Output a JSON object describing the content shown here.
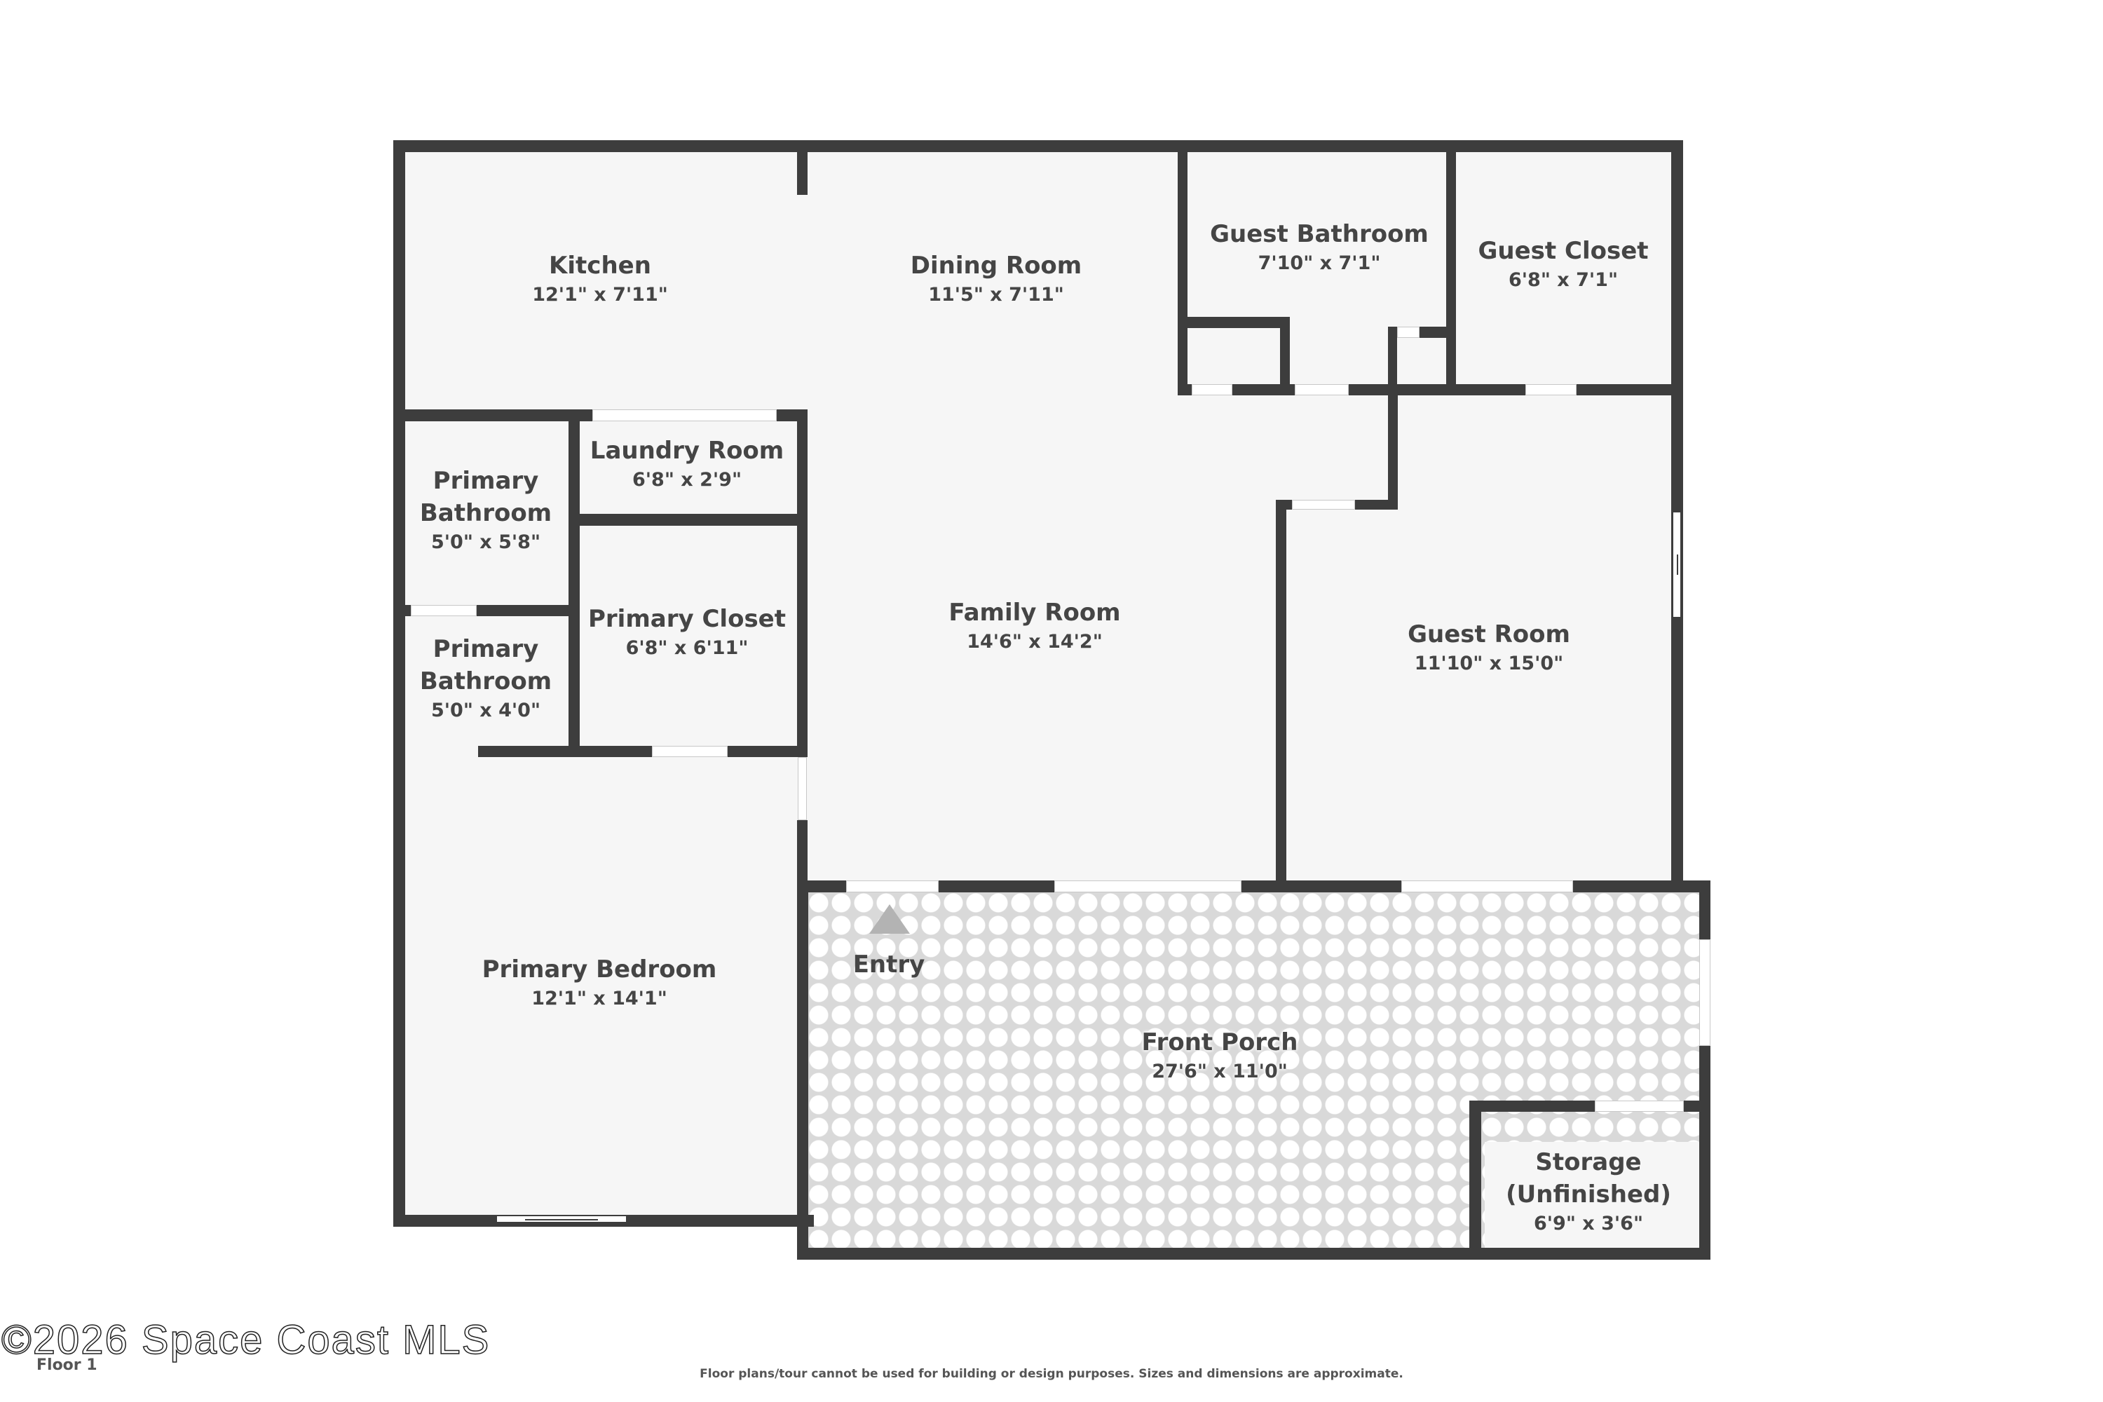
{
  "floor_plan": {
    "floor_label": "Floor 1",
    "watermark": "©2026 Space Coast MLS",
    "disclaimer": "Floor plans/tour cannot be used for building or design purposes. Sizes and dimensions are approximate.",
    "entry_label": "Entry",
    "colors": {
      "wall": "#3d3d3d",
      "room_fill": "#f6f6f6",
      "text": "#454545",
      "entry_marker": "#b3b3b3",
      "tile_grout": "#d9d9d9"
    },
    "rooms": [
      {
        "name": "Kitchen",
        "dims": "12'1\" x 7'11\""
      },
      {
        "name": "Dining Room",
        "dims": "11'5\" x 7'11\""
      },
      {
        "name": "Guest Bathroom",
        "dims": "7'10\" x 7'1\""
      },
      {
        "name": "Guest Closet",
        "dims": "6'8\" x 7'1\""
      },
      {
        "name": "Laundry Room",
        "dims": "6'8\" x 2'9\""
      },
      {
        "name": "Primary Bathroom",
        "dims": "5'0\" x 5'8\""
      },
      {
        "name": "Primary Closet",
        "dims": "6'8\" x 6'11\""
      },
      {
        "name": "Primary Bathroom",
        "dims": "5'0\" x 4'0\""
      },
      {
        "name": "Family Room",
        "dims": "14'6\" x 14'2\""
      },
      {
        "name": "Guest Room",
        "dims": "11'10\" x 15'0\""
      },
      {
        "name": "Primary Bedroom",
        "dims": "12'1\" x 14'1\""
      },
      {
        "name": "Front Porch",
        "dims": "27'6\" x 11'0\""
      },
      {
        "name": "Storage (Unfinished)",
        "dims": "6'9\" x 3'6\""
      }
    ]
  }
}
